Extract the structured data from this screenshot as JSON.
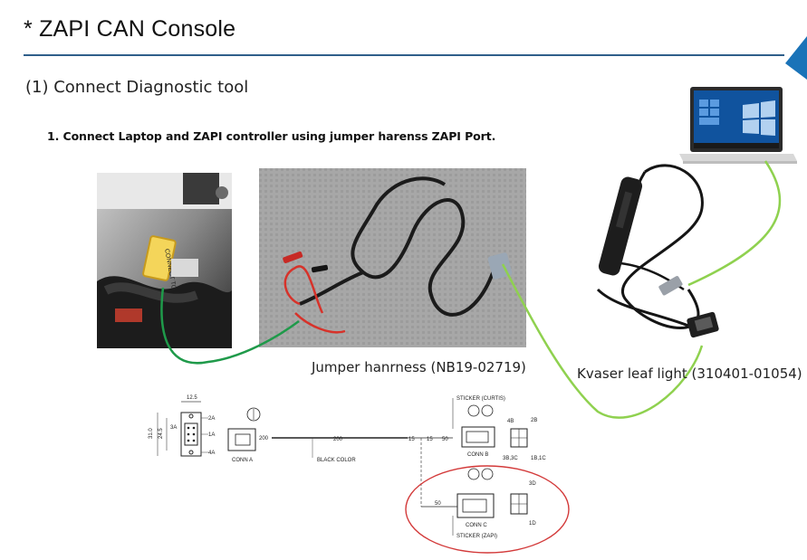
{
  "header": {
    "title": "* ZAPI CAN Console"
  },
  "section": {
    "heading": "(1) Connect Diagnostic tool"
  },
  "step": {
    "text": "1. Connect Laptop and ZAPI controller using jumper harenss ZAPI Port."
  },
  "photos": {
    "controller_label": "CONNECT TO",
    "harness_caption": "Jumper hanrness (NB19-02719)",
    "kvaser_caption": "Kvaser leaf light (310401-01054)"
  },
  "diagram": {
    "dim_125": "12.5",
    "dim_310": "31.0",
    "dim_245": "24.5",
    "pin_2a": "2A",
    "pin_3a": "3A",
    "pin_1a": "1A",
    "pin_4a": "4A",
    "conn_a": "CONN A",
    "len_200_left": "200",
    "len_200": "200",
    "black_color": "BLACK COLOR",
    "len_15a": "15",
    "len_15b": "15",
    "len_50a": "50",
    "len_50b": "50",
    "sticker_curtis": "STICKER (CURTIS)",
    "conn_b": "CONN B",
    "pin_4b": "4B",
    "pin_2b": "2B",
    "pin_3b3c": "3B,3C",
    "pin_1b1c": "1B,1C",
    "conn_c": "CONN C",
    "pin_3d": "3D",
    "pin_1d": "1D",
    "sticker_zapi": "STICKER (ZAPI)"
  },
  "colors": {
    "rule": "#2f5f8a",
    "accent_corner": "#1a73b8",
    "cable_highlight": "#8fd14f",
    "controller_cable": "#1f9a4a",
    "ellipse": "#d33a3a"
  }
}
